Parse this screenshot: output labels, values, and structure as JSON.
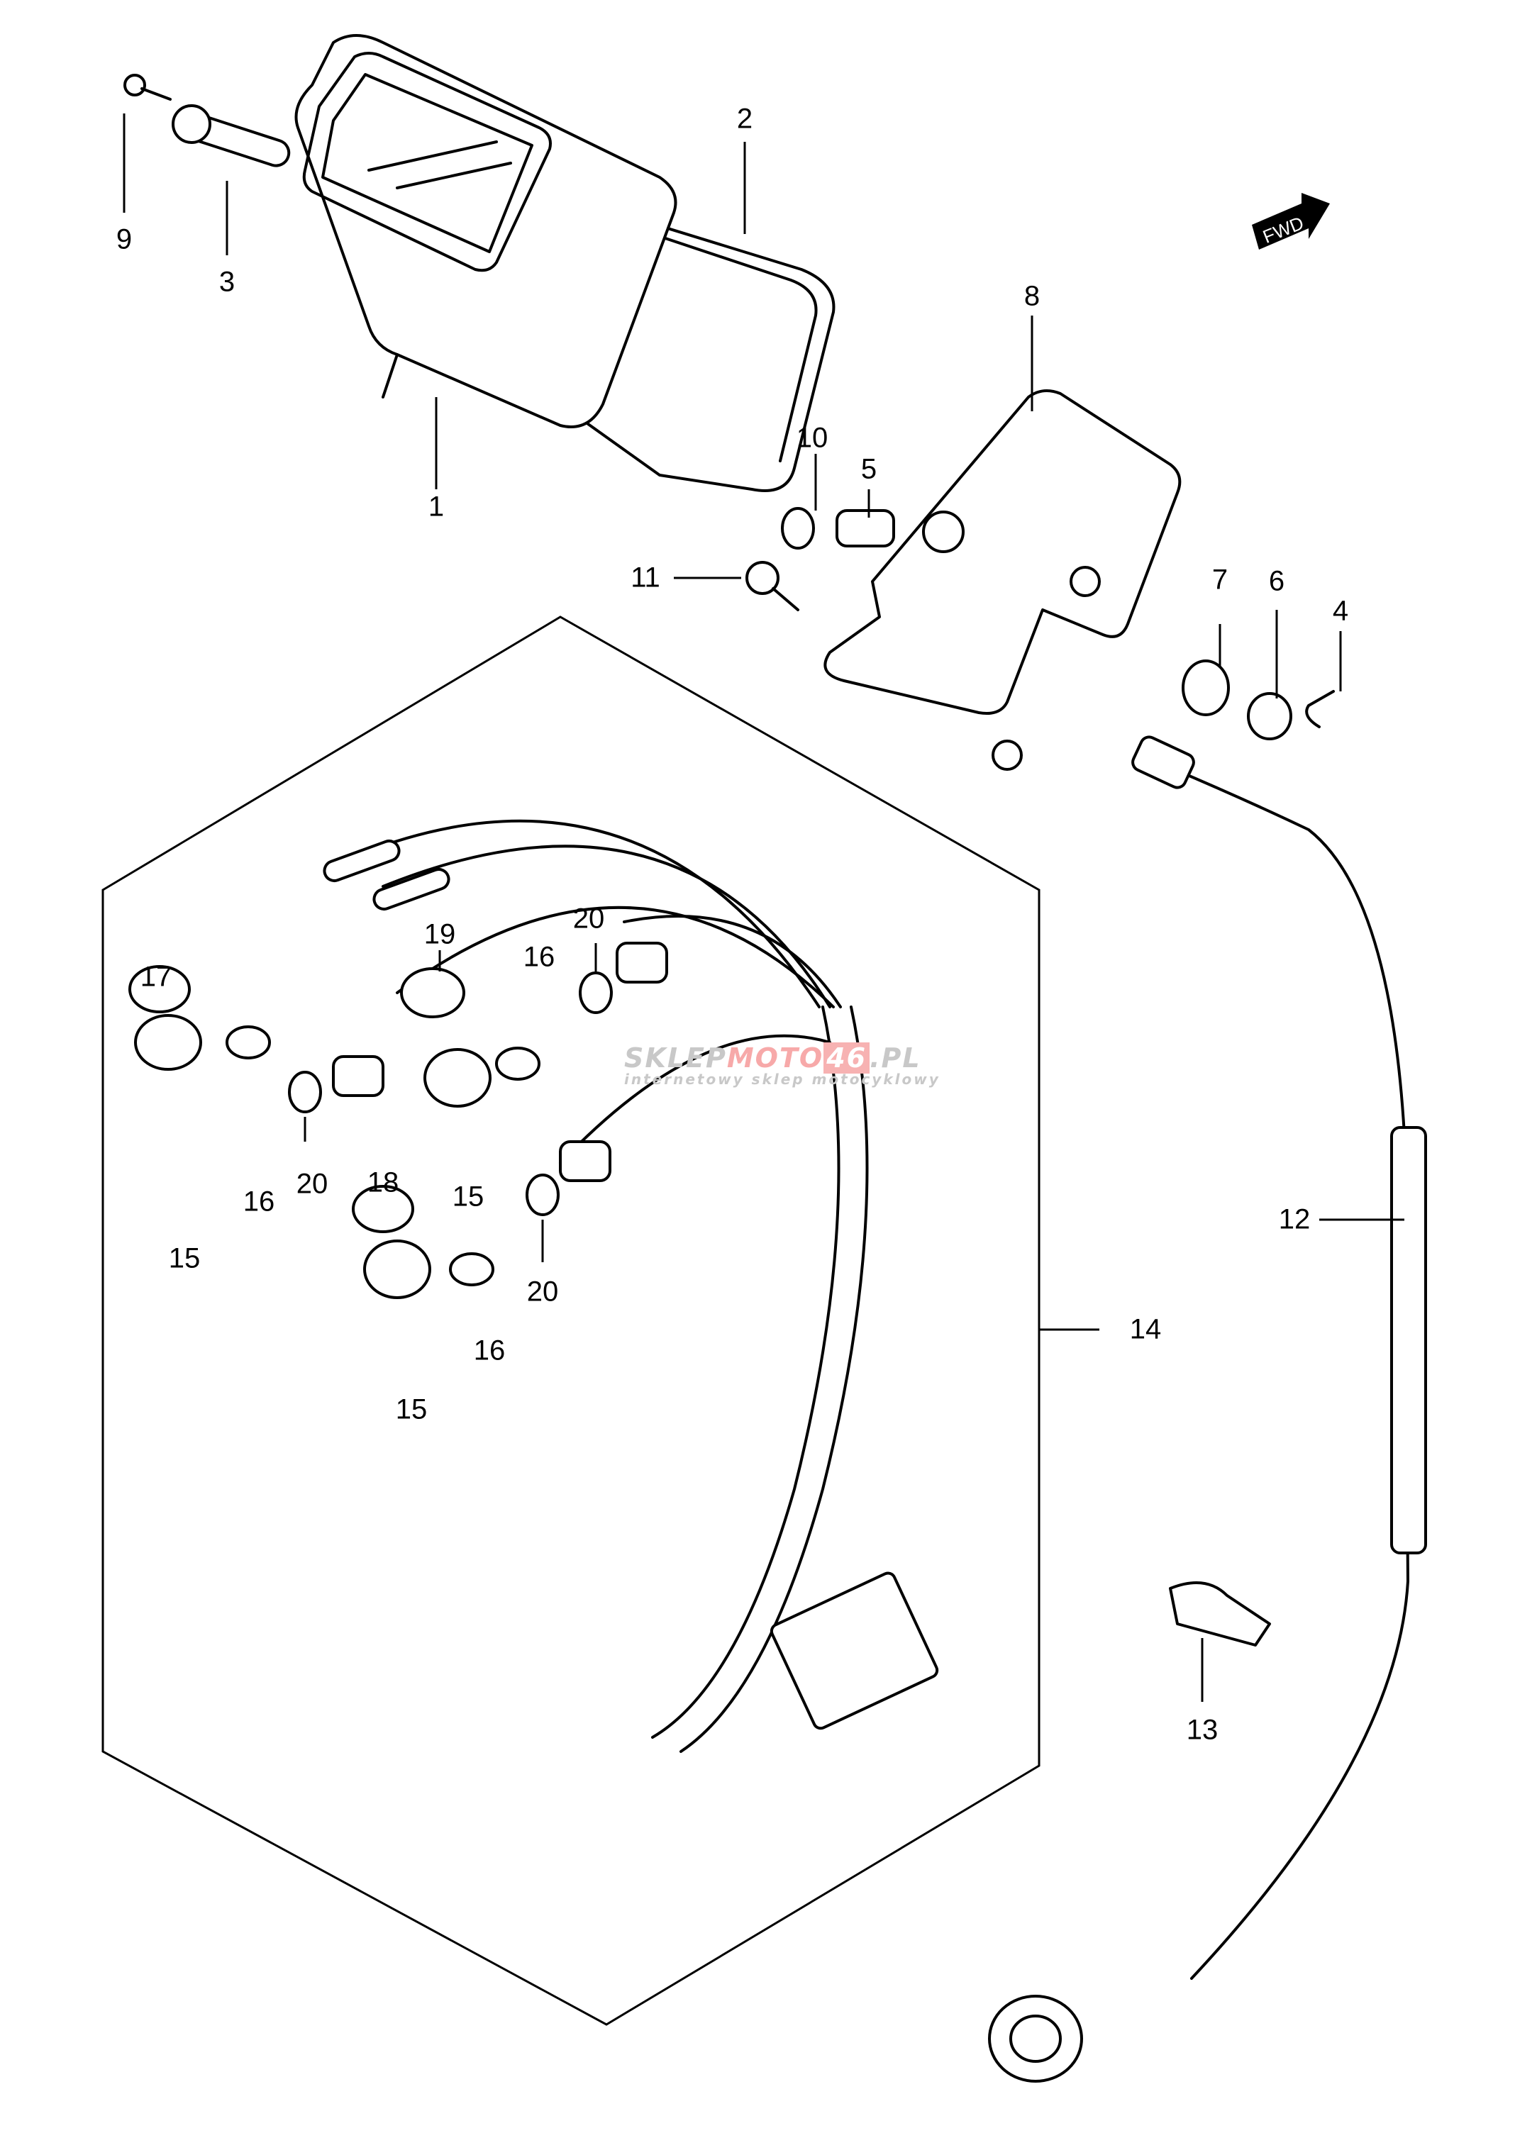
{
  "diagram": {
    "title": "Speedometer / instrument cluster exploded view",
    "callouts": [
      {
        "id": "1",
        "label": "1"
      },
      {
        "id": "2",
        "label": "2"
      },
      {
        "id": "3",
        "label": "3"
      },
      {
        "id": "4",
        "label": "4"
      },
      {
        "id": "5",
        "label": "5"
      },
      {
        "id": "6",
        "label": "6"
      },
      {
        "id": "7",
        "label": "7"
      },
      {
        "id": "8",
        "label": "8"
      },
      {
        "id": "9",
        "label": "9"
      },
      {
        "id": "10",
        "label": "10"
      },
      {
        "id": "11",
        "label": "11"
      },
      {
        "id": "12",
        "label": "12"
      },
      {
        "id": "13",
        "label": "13"
      },
      {
        "id": "14",
        "label": "14"
      },
      {
        "id": "15a",
        "label": "15"
      },
      {
        "id": "15b",
        "label": "15"
      },
      {
        "id": "15c",
        "label": "15"
      },
      {
        "id": "16a",
        "label": "16"
      },
      {
        "id": "16b",
        "label": "16"
      },
      {
        "id": "16c",
        "label": "16"
      },
      {
        "id": "17",
        "label": "17"
      },
      {
        "id": "18",
        "label": "18"
      },
      {
        "id": "19",
        "label": "19"
      },
      {
        "id": "20a",
        "label": "20"
      },
      {
        "id": "20b",
        "label": "20"
      },
      {
        "id": "20c",
        "label": "20"
      }
    ],
    "fwd_badge": "FWD",
    "watermark": {
      "part1": "SKLEP",
      "part2": "MOTO",
      "part3": "46",
      "part4": ".PL",
      "tagline": "internetowy sklep motocyklowy"
    }
  }
}
